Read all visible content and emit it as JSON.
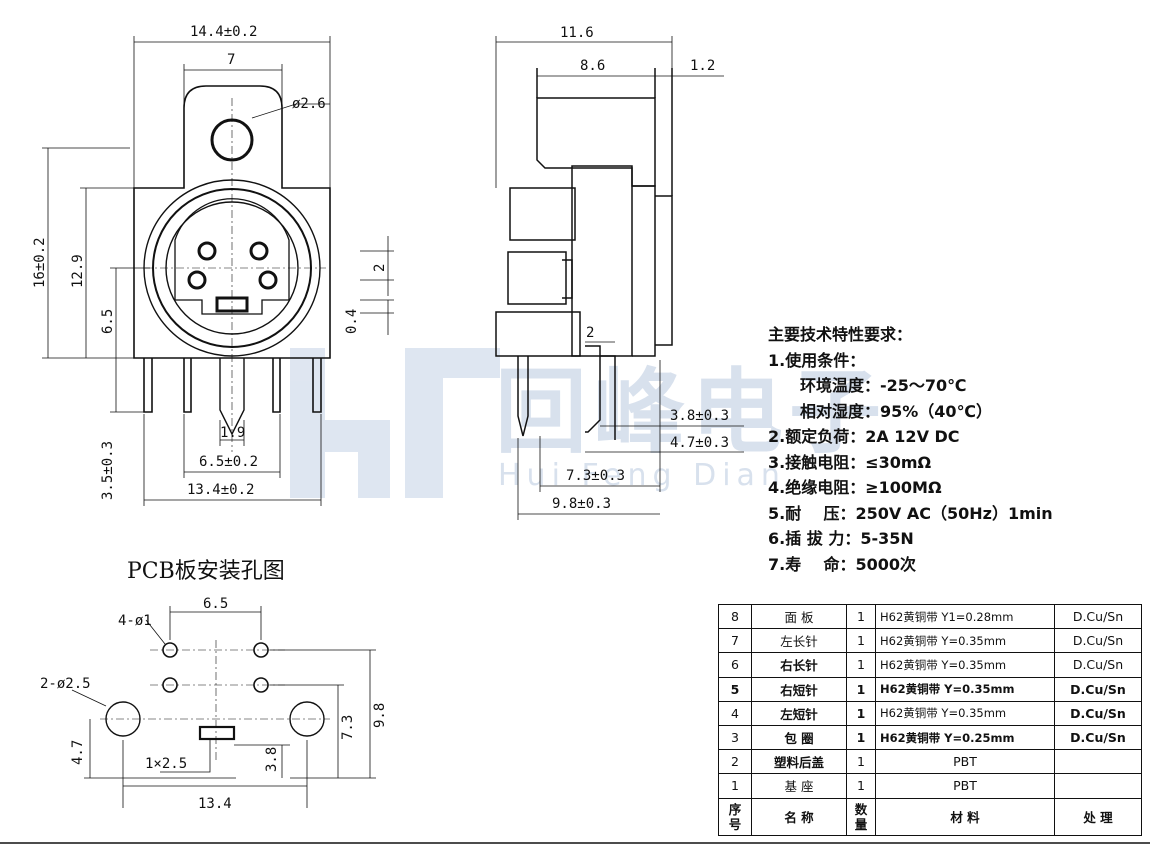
{
  "watermark": {
    "brand": "回峰电子",
    "sub": "Hui Feng Dian"
  },
  "front_view": {
    "dims": {
      "overall_width": "14.4±0.2",
      "mount_hole_spacing": "7",
      "mount_hole_dia": "ø2.6",
      "overall_height": "16±0.2",
      "center_height": "12.9",
      "center_to_pcb": "6.5",
      "pin_offset": "2",
      "key_offset": "0.4",
      "pin_length": "3.5±0.3",
      "pin_spacing_center": "1.9",
      "short_pin_spacing": "6.5±0.2",
      "long_pin_spacing": "13.4±0.2"
    }
  },
  "side_view": {
    "dims": {
      "depth": "11.6",
      "body_depth": "8.6",
      "front_plate": "1.2",
      "pin_bend": "2",
      "pin_len_short": "3.8±0.3",
      "pin_len_long": "4.7±0.3",
      "pin_row1": "7.3±0.3",
      "pin_row2": "9.8±0.3"
    }
  },
  "pcb_layout": {
    "title": "PCB板安装孔图",
    "dims": {
      "small_holes": "4-ø1",
      "small_hole_spacing": "6.5",
      "large_holes": "2-ø2.5",
      "slot": "1×2.5",
      "large_hole_height": "4.7",
      "slot_height": "3.8",
      "row_height": "7.3",
      "top_row_height": "9.8",
      "large_hole_spacing": "13.4"
    }
  },
  "specs": {
    "heading": "主要技术特性要求：",
    "lines": [
      {
        "text": "1.使用条件：",
        "indent": false
      },
      {
        "text": "环境温度：-25～70℃",
        "indent": true
      },
      {
        "text": "相对湿度：95%（40℃）",
        "indent": true
      },
      {
        "text": "2.额定负荷：2A 12V DC",
        "indent": false
      },
      {
        "text": "3.接触电阻：≤30mΩ",
        "indent": false
      },
      {
        "text": "4.绝缘电阻：≥100MΩ",
        "indent": false
      },
      {
        "text": "5.耐    压：250V AC（50Hz）1min",
        "indent": false
      },
      {
        "text": "6.插 拔 力：5-35N",
        "indent": false
      },
      {
        "text": "7.寿    命：5000次",
        "indent": false
      }
    ]
  },
  "bom": {
    "header": [
      "序号",
      "名  称",
      "数量",
      "材  料",
      "处  理"
    ],
    "rows": [
      [
        "8",
        "面 板",
        "1",
        "H62黄铜带 Y1=0.28mm",
        "D.Cu/Sn"
      ],
      [
        "7",
        "左长针",
        "1",
        "H62黄铜带 Y=0.35mm",
        "D.Cu/Sn"
      ],
      [
        "6",
        "右长针",
        "1",
        "H62黄铜带 Y=0.35mm",
        "D.Cu/Sn"
      ],
      [
        "5",
        "右短针",
        "1",
        "H62黄铜带 Y=0.35mm",
        "D.Cu/Sn"
      ],
      [
        "4",
        "左短针",
        "1",
        "H62黄铜带 Y=0.35mm",
        "D.Cu/Sn"
      ],
      [
        "3",
        "包 圈",
        "1",
        "H62黄铜带 Y=0.25mm",
        "D.Cu/Sn"
      ],
      [
        "2",
        "塑料后盖",
        "1",
        "PBT",
        ""
      ],
      [
        "1",
        "基 座",
        "1",
        "PBT",
        ""
      ]
    ]
  }
}
